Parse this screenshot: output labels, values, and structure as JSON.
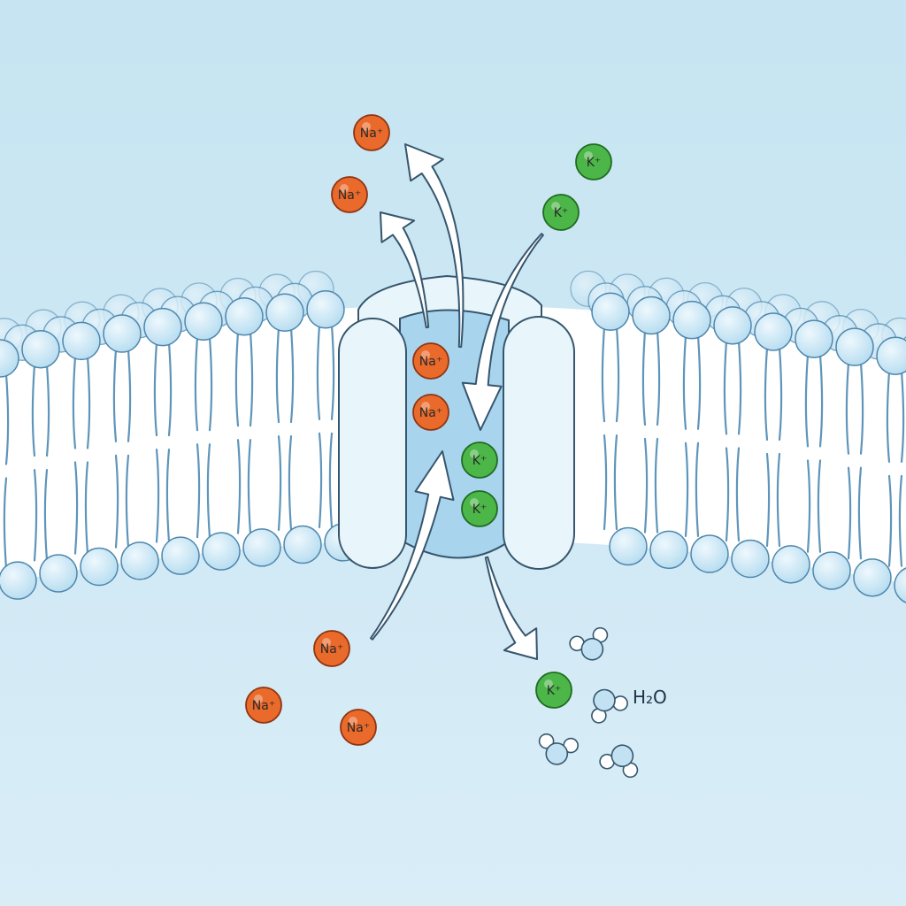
{
  "colors": {
    "background_top": "#c6e4f2",
    "background_bottom": "#d9edf7",
    "lipid_head": "#b5dcf0",
    "lipid_head_stroke": "#4f87ad",
    "lipid_tail": "#5f95ba",
    "membrane_core": "#ffffff",
    "channel_fill": "#e8f6fb",
    "channel_pore": "#a8d4ee",
    "sodium": "#ea6a2c",
    "sodium_stroke": "#8e3512",
    "potassium": "#4cb648",
    "potassium_stroke": "#1f6b22",
    "water": "#c2e2f3",
    "arrow_fill": "#ffffff",
    "arrow_stroke": "#36566e"
  },
  "labels": {
    "sodium": "Na⁺",
    "potassium": "K⁺",
    "water": "H₂O"
  }
}
